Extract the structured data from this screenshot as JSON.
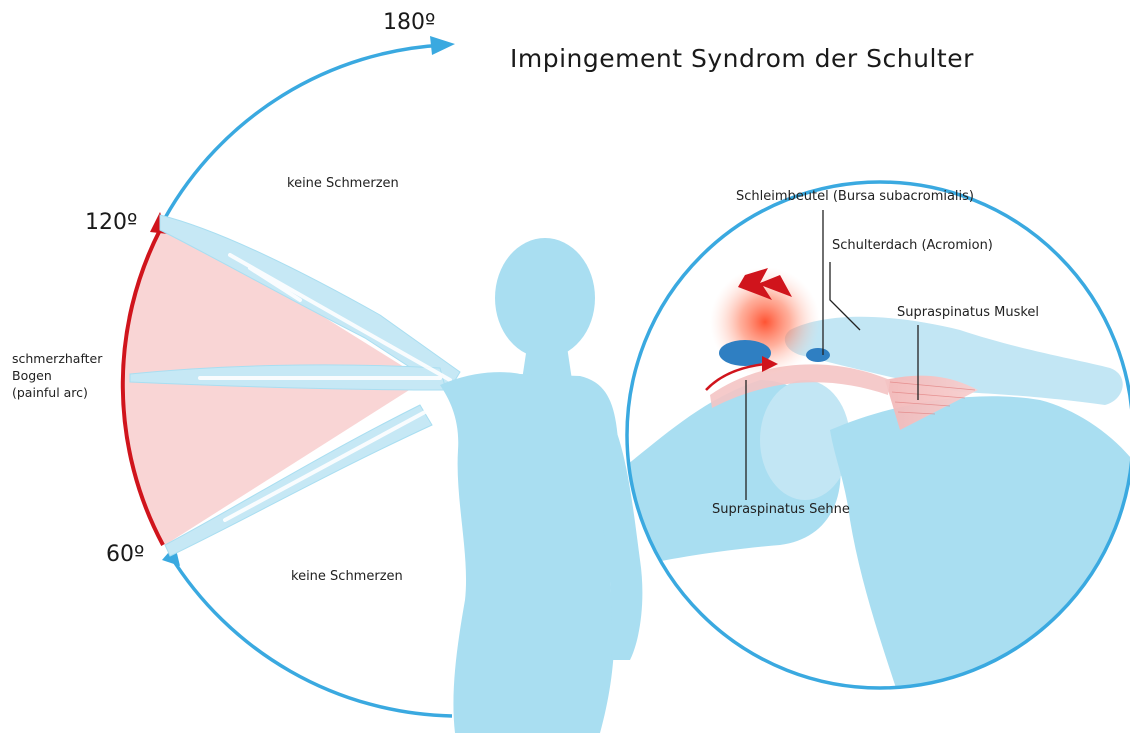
{
  "title": "Impingement Syndrom der Schulter",
  "angles": {
    "a180": "180º",
    "a120": "120º",
    "a60": "60º"
  },
  "zones": {
    "no_pain_upper": "keine Schmerzen",
    "no_pain_lower": "keine Schmerzen",
    "painful_arc": [
      "schmerzhafter",
      "Bogen",
      "(painful arc)"
    ]
  },
  "callouts": {
    "bursa": "Schleimbeutel (Bursa subacromialis)",
    "acromion": "Schulterdach (Acromion)",
    "muscle": "Supraspinatus Muskel",
    "tendon": "Supraspinatus Sehne"
  },
  "colors": {
    "arc_blue": "#3aa9e0",
    "arc_red": "#d0141c",
    "body_blue": "#a9def1",
    "pain_fill": "#f9d3d3",
    "inflammation": "#ff5533"
  }
}
